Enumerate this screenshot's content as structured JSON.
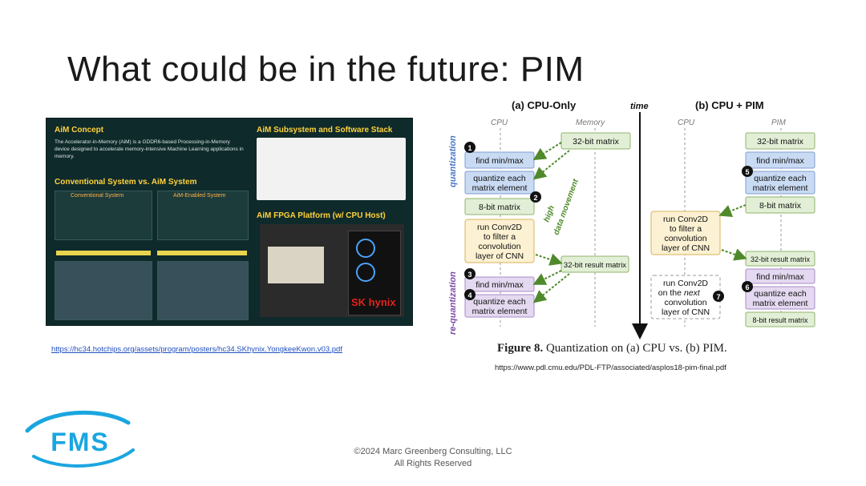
{
  "slide": {
    "title": "What could be in the future: PIM",
    "copyright_line1": "©2024 Marc Greenberg Consulting, LLC",
    "copyright_line2": "All Rights Reserved",
    "logo_text": "FMS"
  },
  "poster": {
    "aim_concept_title": "AiM Concept",
    "aim_concept_text": "The Accelerator-in-Memory (AiM) is a GDDR6-based Processing-in-Memory device designed to accelerate memory-intensive Machine Learning applications in memory.",
    "conv_vs_aim_title": "Conventional System vs. AiM System",
    "conv_label": "Conventional System",
    "aim_enabled_label": "AiM-Enabled System",
    "subsystem_title": "AiM Subsystem and Software Stack",
    "fpga_title": "AiM FPGA Platform (w/ CPU Host)",
    "sk_logo": "SK hynix",
    "link": "https://hc34.hotchips.org/assets/program/posters/hc34.SKhynix.YongkeeKwon.v03.pdf"
  },
  "figure": {
    "col_a_title": "(a) CPU-Only",
    "col_b_title": "(b) CPU + PIM",
    "time_label": "time",
    "lane_cpu_a": "CPU",
    "lane_memory": "Memory",
    "lane_cpu_b": "CPU",
    "lane_pim": "PIM",
    "side_quantization": "quantization",
    "side_requantization": "re-quantization",
    "side_high": "high",
    "side_data_movement": "data movement",
    "a_mem_32bit": "32-bit matrix",
    "a_find1": "find min/max",
    "a_quant1_l1": "quantize each",
    "a_quant1_l2": "matrix element",
    "a_8bit": "8-bit matrix",
    "a_conv_l1": "run Conv2D",
    "a_conv_l2": "to filter a",
    "a_conv_l3": "convolution",
    "a_conv_l4": "layer of CNN",
    "a_mem_result": "32-bit result matrix",
    "a_find2": "find min/max",
    "a_quant2_l1": "quantize each",
    "a_quant2_l2": "matrix element",
    "b_pim_32bit": "32-bit matrix",
    "b_find1": "find min/max",
    "b_quant1_l1": "quantize each",
    "b_quant1_l2": "matrix element",
    "b_8bit": "8-bit matrix",
    "b_conv_l1": "run Conv2D",
    "b_conv_l2": "to filter a",
    "b_conv_l3": "convolution",
    "b_conv_l4": "layer of CNN",
    "b_result": "32-bit result matrix",
    "b_find2": "find min/max",
    "b_quant2_l1": "quantize each",
    "b_quant2_l2": "matrix element",
    "b_8bit_result": "8-bit result matrix",
    "b_next_l1": "run Conv2D",
    "b_next_l2": "on the",
    "b_next_l2b": "next",
    "b_next_l3": "convolution",
    "b_next_l4": "layer of CNN",
    "n1": "1",
    "n2": "2",
    "n3": "3",
    "n4": "4",
    "n5": "5",
    "n6": "6",
    "n7": "7",
    "caption_bold": "Figure 8.",
    "caption_rest": "Quantization on (a) CPU vs. (b) PIM.",
    "link": "https://www.pdl.cmu.edu/PDL-FTP/associated/asplos18-pim-final.pdf"
  },
  "colors": {
    "blue_box": "#c9daf3",
    "green_box": "#e2efd6",
    "yellow_box": "#fcf1d2",
    "purple_box": "#e4d9f0",
    "poster_bg": "#0f2a2a",
    "accent_yellow": "#ffd23c",
    "logo_blue": "#1aa6e0"
  }
}
